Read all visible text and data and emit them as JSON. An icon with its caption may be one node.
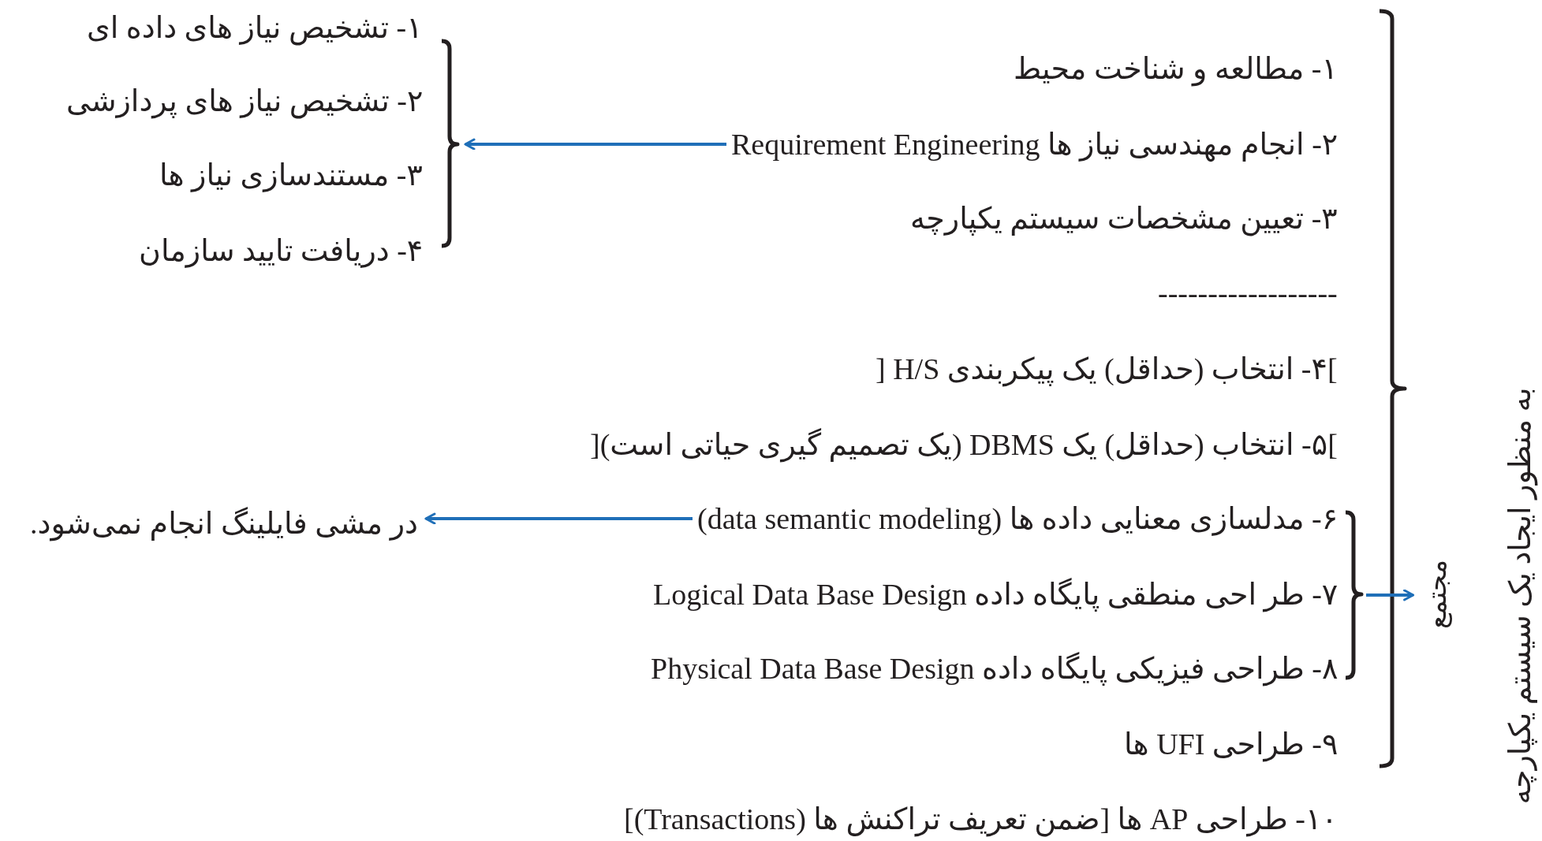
{
  "diagram": {
    "nodes": [
      {
        "text": [
          "۱- تشخیص نیاز های داده ای"
        ]
      },
      {
        "text": [
          "۲- تشخیص نیاز های پردازشی"
        ]
      },
      {
        "text": [
          "۳- مستندسازی نیاز ها"
        ]
      },
      {
        "text": [
          "۴- دریافت تایید سازمان"
        ]
      },
      {
        "text": [
          "۱- مطالعه و شناخت محیط"
        ]
      },
      {
        "text": [
          "۲- انجام مهندسی نیاز ها  Requirement Engineering"
        ]
      },
      {
        "text": [
          "۳- تعیین مشخصات سیستم یکپارچه"
        ]
      },
      {
        "text": [
          "]۴- انتخاب (حداقل) یک پیکربندی  H/S ["
        ]
      },
      {
        "text": [
          "]۵- انتخاب (حداقل)  یک DBMS (یک تصمیم گیری حیاتی است)["
        ]
      },
      {
        "text": [
          "۶- مدلسازی معنایی داده ها (data semantic modeling)"
        ]
      },
      {
        "text": [
          "۷- طر احی منطقی پایگاه داده Logical Data Base Design"
        ]
      },
      {
        "text": [
          "۸- طراحی فیزیکی پایگاه داده Physical Data Base Design"
        ]
      },
      {
        "text": [
          "۹- طراحی UFI ها"
        ]
      },
      {
        "text": [
          "۱۰- طراحی AP ها [ضمن تعریف تراکنش ها (Transactions)]"
        ]
      },
      {
        "text": [
          "در مشی فایلینگ انجام نمی‌شود."
        ]
      },
      {
        "text": [
          "مجتمع"
        ]
      },
      {
        "text": [],
        "shape": "brace"
      },
      {
        "text": [],
        "shape": "brace"
      }
    ],
    "edges": [
      {
        "from": 5,
        "to": 16,
        "arrow": "to"
      },
      {
        "from": 9,
        "to": 14,
        "arrow": "to"
      },
      {
        "from": 17,
        "to": 15,
        "arrow": "to"
      }
    ],
    "labels": [
      "------------------",
      "به منظور ایجاد یک سیستم یکپارچه"
    ]
  }
}
